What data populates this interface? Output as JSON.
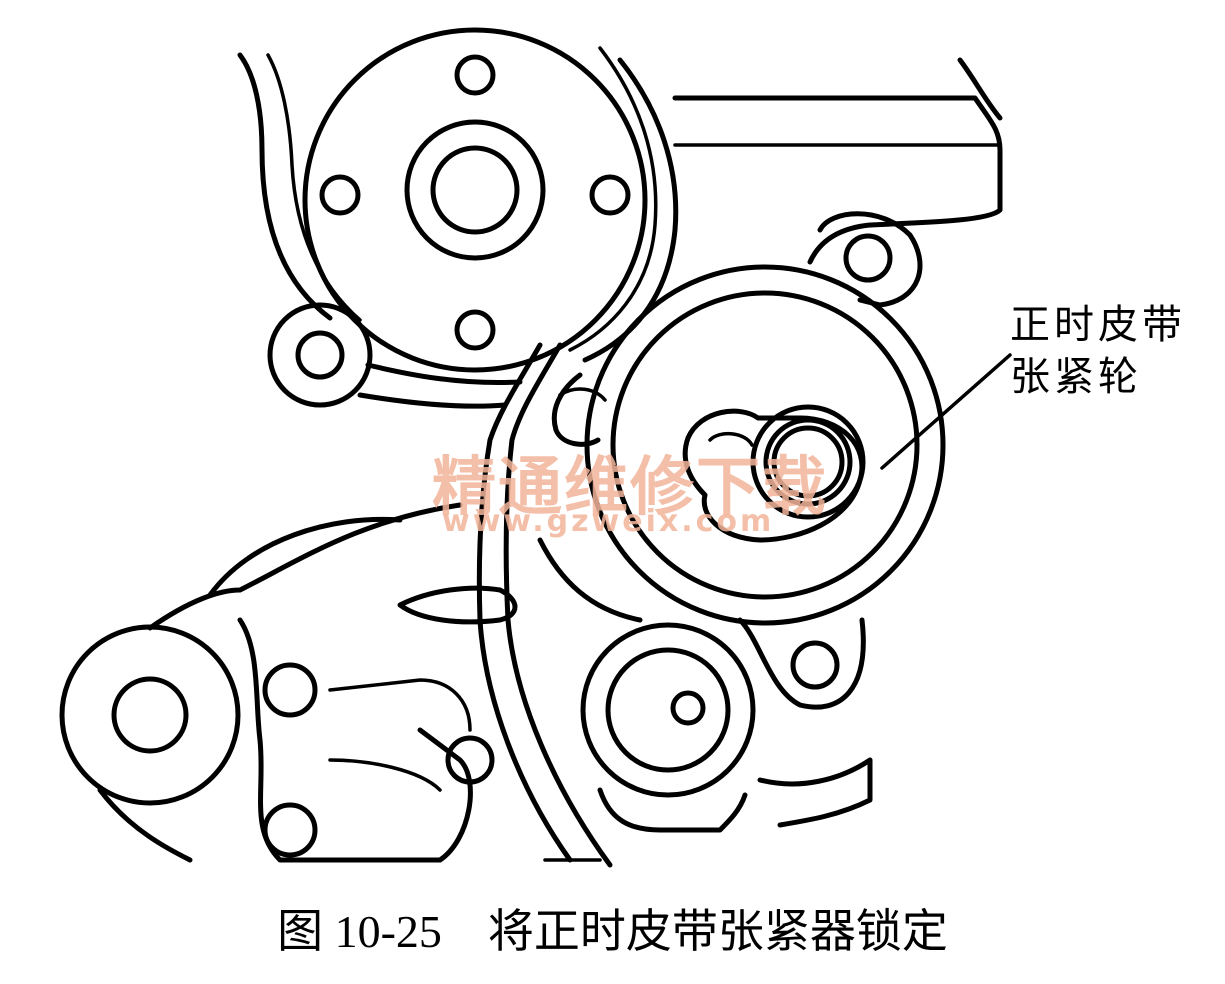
{
  "callout": {
    "line1": "正时皮带",
    "line2": "张紧轮"
  },
  "caption": "图 10-25　将正时皮带张紧器锁定",
  "watermark": {
    "text": "精通维修下载",
    "url": "www.gzweix.com",
    "color": "#f3b59a"
  }
}
